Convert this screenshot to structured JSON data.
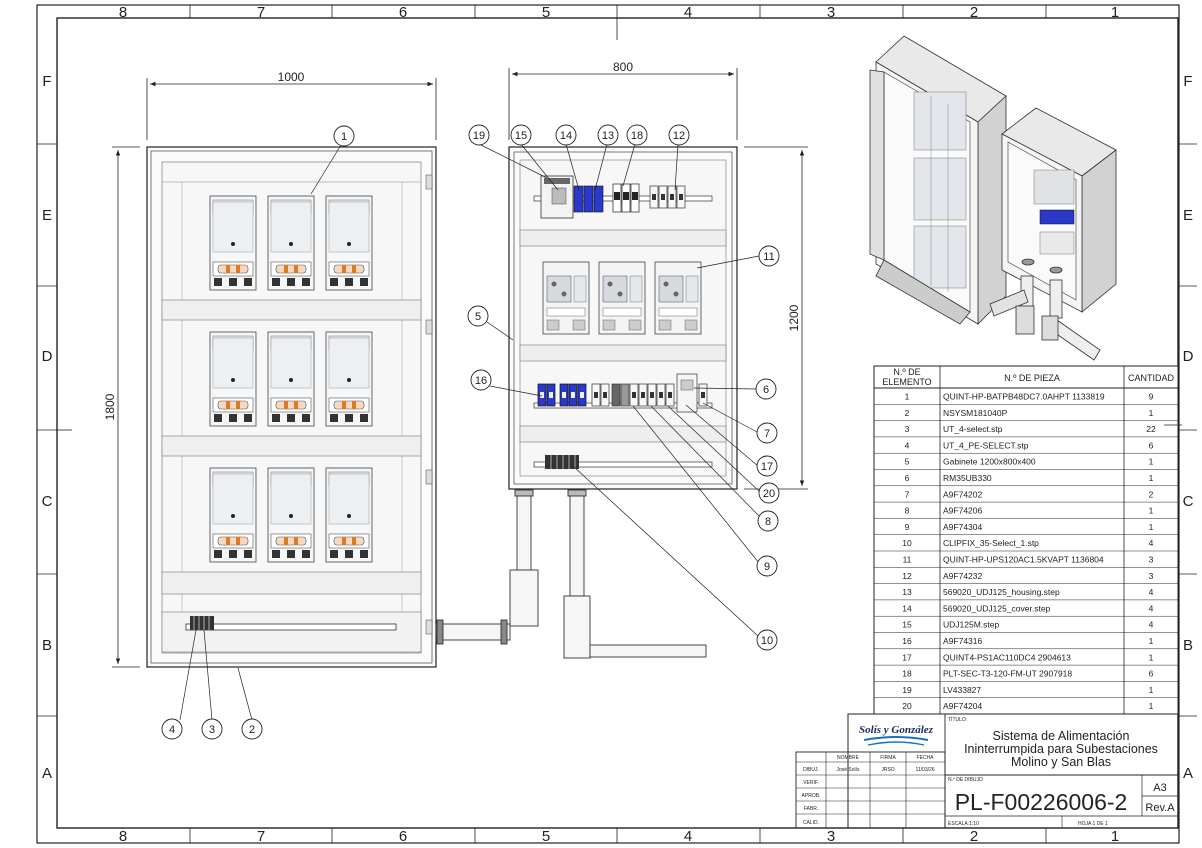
{
  "zones": {
    "cols": [
      "8",
      "7",
      "6",
      "5",
      "4",
      "3",
      "2",
      "1"
    ],
    "rows": [
      "F",
      "E",
      "D",
      "C",
      "B",
      "A"
    ]
  },
  "dimensions": {
    "left_width": "1000",
    "left_height": "1800",
    "right_width": "800",
    "right_height": "1200"
  },
  "balloons": {
    "b1": "1",
    "b2": "2",
    "b3": "3",
    "b4": "4",
    "b5": "5",
    "b6": "6",
    "b7": "7",
    "b8": "8",
    "b9": "9",
    "b10": "10",
    "b11": "11",
    "b12": "12",
    "b13": "13",
    "b14": "14",
    "b15": "15",
    "b16": "16",
    "b17": "17",
    "b18": "18",
    "b19": "19",
    "b20": "20"
  },
  "bom": {
    "headers": {
      "item": [
        "N.º DE",
        "ELEMENTO"
      ],
      "part": "N.º DE PIEZA",
      "qty": "CANTIDAD"
    },
    "rows": [
      [
        "1",
        "QUINT-HP-BATPB48DC7.0AHPT 1133819",
        "9"
      ],
      [
        "2",
        "NSYSM181040P",
        "1"
      ],
      [
        "3",
        "UT_4-select.stp",
        "22"
      ],
      [
        "4",
        "UT_4_PE-SELECT.stp",
        "6"
      ],
      [
        "5",
        "Gabinete 1200x800x400",
        "1"
      ],
      [
        "6",
        "RM35UB330",
        "1"
      ],
      [
        "7",
        "A9F74202",
        "2"
      ],
      [
        "8",
        "A9F74206",
        "1"
      ],
      [
        "9",
        "A9F74304",
        "1"
      ],
      [
        "10",
        "CLIPFIX_35-Select_1.stp",
        "4"
      ],
      [
        "11",
        "QUINT-HP-UPS120AC1.5KVAPT 1136804",
        "3"
      ],
      [
        "12",
        "A9F74232",
        "3"
      ],
      [
        "13",
        "569020_UDJ125_housing.step",
        "4"
      ],
      [
        "14",
        "569020_UDJ125_cover.step",
        "4"
      ],
      [
        "15",
        "UDJ125M.step",
        "4"
      ],
      [
        "16",
        "A9F74316",
        "1"
      ],
      [
        "17",
        "QUINT4-PS1AC110DC4 2904613",
        "1"
      ],
      [
        "18",
        "PLT-SEC-T3-120-FM-UT 2907918",
        "6"
      ],
      [
        "19",
        "LV433827",
        "1"
      ],
      [
        "20",
        "A9F74204",
        "1"
      ]
    ]
  },
  "title_block": {
    "logo": "Solís y González",
    "title_label": "TÍTULO:",
    "title": [
      "Sistema de Alimentación",
      "Ininterrumpida para Subestaciones",
      "Molino y San Blas"
    ],
    "cols": {
      "nombre": "NOMBRE",
      "firma": "FIRMA",
      "fecha": "FECHA"
    },
    "rows": [
      [
        "DIBUJ.",
        "José Solís",
        "JRSO",
        "11/03/26"
      ],
      [
        "VERIF.",
        "",
        "",
        ""
      ],
      [
        "APROB.",
        "",
        "",
        ""
      ],
      [
        "FABR.",
        "",
        "",
        ""
      ],
      [
        "CALID.",
        "",
        "",
        ""
      ]
    ],
    "dwg_label": "N.º DE DIBUJO",
    "dwg_no": "PL-F00226006-2",
    "size": "A3",
    "rev": "Rev.A",
    "scale": "ESCALA:1:10",
    "sheet": "HOJA 1 DE 1"
  }
}
